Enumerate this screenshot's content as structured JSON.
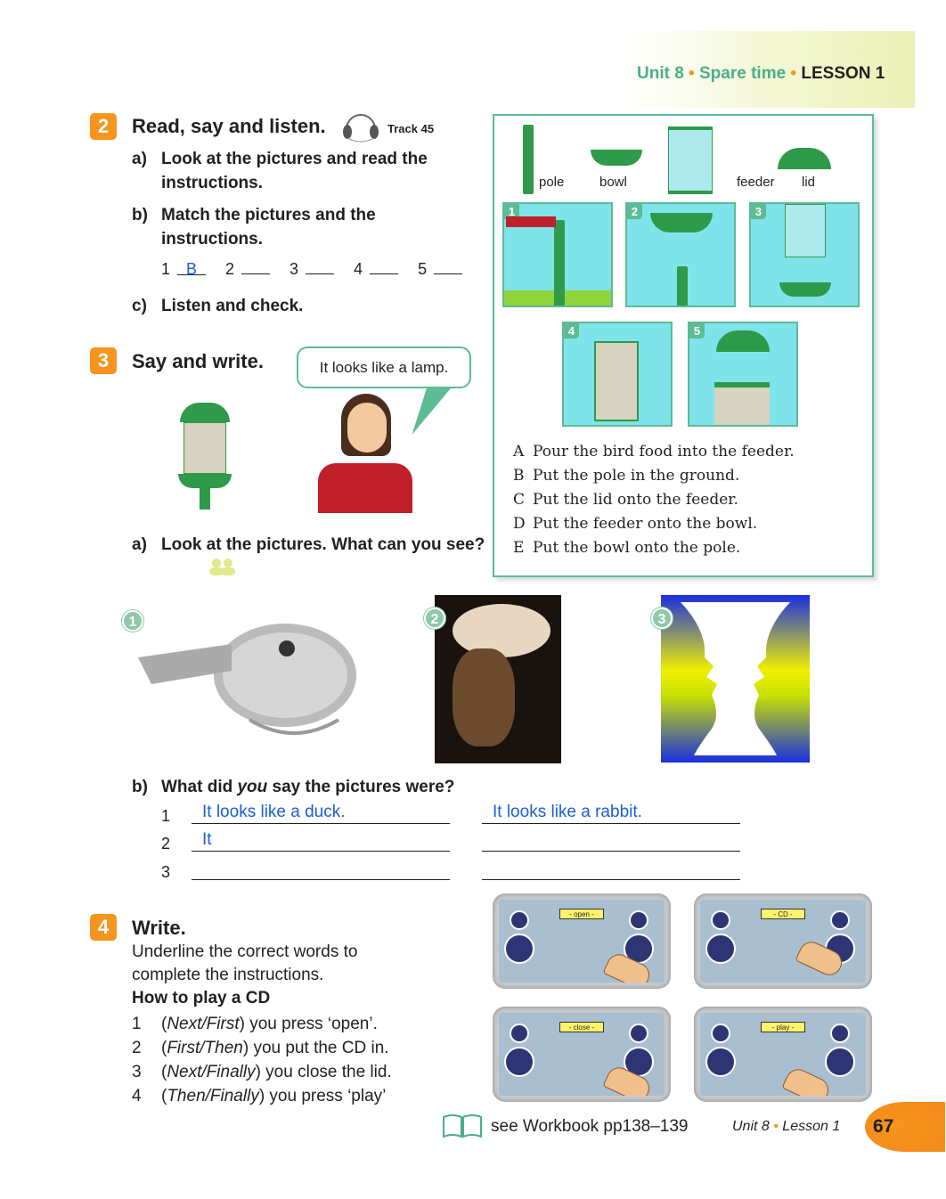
{
  "header": {
    "unit": "Unit 8",
    "topic": "Spare time",
    "lesson": "LESSON 1"
  },
  "colors": {
    "accent": "#f7941d",
    "green": "#4bae88",
    "answer_blue": "#1a5fd8"
  },
  "section2": {
    "number": "2",
    "title": "Read, say and listen.",
    "track": "Track 45",
    "a": {
      "label": "a)",
      "text": "Look at the pictures and read the instructions."
    },
    "b": {
      "label": "b)",
      "text": "Match the pictures and the instructions.",
      "answers": [
        {
          "n": "1",
          "value": "B"
        },
        {
          "n": "2",
          "value": ""
        },
        {
          "n": "3",
          "value": ""
        },
        {
          "n": "4",
          "value": ""
        },
        {
          "n": "5",
          "value": ""
        }
      ]
    },
    "c": {
      "label": "c)",
      "text": "Listen and check."
    }
  },
  "feeder_box": {
    "parts": [
      "pole",
      "bowl",
      "feeder",
      "lid"
    ],
    "steps": [
      "1",
      "2",
      "3",
      "4",
      "5"
    ],
    "instructions": [
      {
        "letter": "A",
        "text": "Pour the bird food into the feeder."
      },
      {
        "letter": "B",
        "text": "Put the pole in the ground."
      },
      {
        "letter": "C",
        "text": "Put the lid onto the feeder."
      },
      {
        "letter": "D",
        "text": "Put the feeder onto the bowl."
      },
      {
        "letter": "E",
        "text": "Put the bowl onto the pole."
      }
    ]
  },
  "section3": {
    "number": "3",
    "title": "Say and write.",
    "speech": "It looks like a lamp.",
    "a": {
      "label": "a)",
      "text": "Look at the pictures. What can you see?"
    },
    "pictures": [
      "1",
      "2",
      "3"
    ],
    "b": {
      "label": "b)",
      "text_pre": "What did ",
      "text_em": "you",
      "text_post": " say the pictures were?",
      "rows": [
        {
          "n": "1",
          "left": "It looks like a duck.",
          "right": "It looks like a rabbit."
        },
        {
          "n": "2",
          "left": "It",
          "right": ""
        },
        {
          "n": "3",
          "left": "",
          "right": ""
        }
      ]
    }
  },
  "section4": {
    "number": "4",
    "title": "Write.",
    "instruction": "Underline the correct words to complete the instructions.",
    "subtitle": "How to play a CD",
    "items": [
      {
        "n": "1",
        "options": "Next/First",
        "rest": " you press ‘open’."
      },
      {
        "n": "2",
        "options": "First/Then",
        "rest": " you put the CD in."
      },
      {
        "n": "3",
        "options": "Next/Finally",
        "rest": " you close the lid."
      },
      {
        "n": "4",
        "options": "Then/Finally",
        "rest": " you press ‘play’"
      }
    ],
    "displays": [
      "- open -",
      "- CD -",
      "- close -",
      "- play -"
    ]
  },
  "footer": {
    "workbook": "see Workbook pp138–139",
    "unit": "Unit 8",
    "lesson": "Lesson 1",
    "page": "67"
  }
}
